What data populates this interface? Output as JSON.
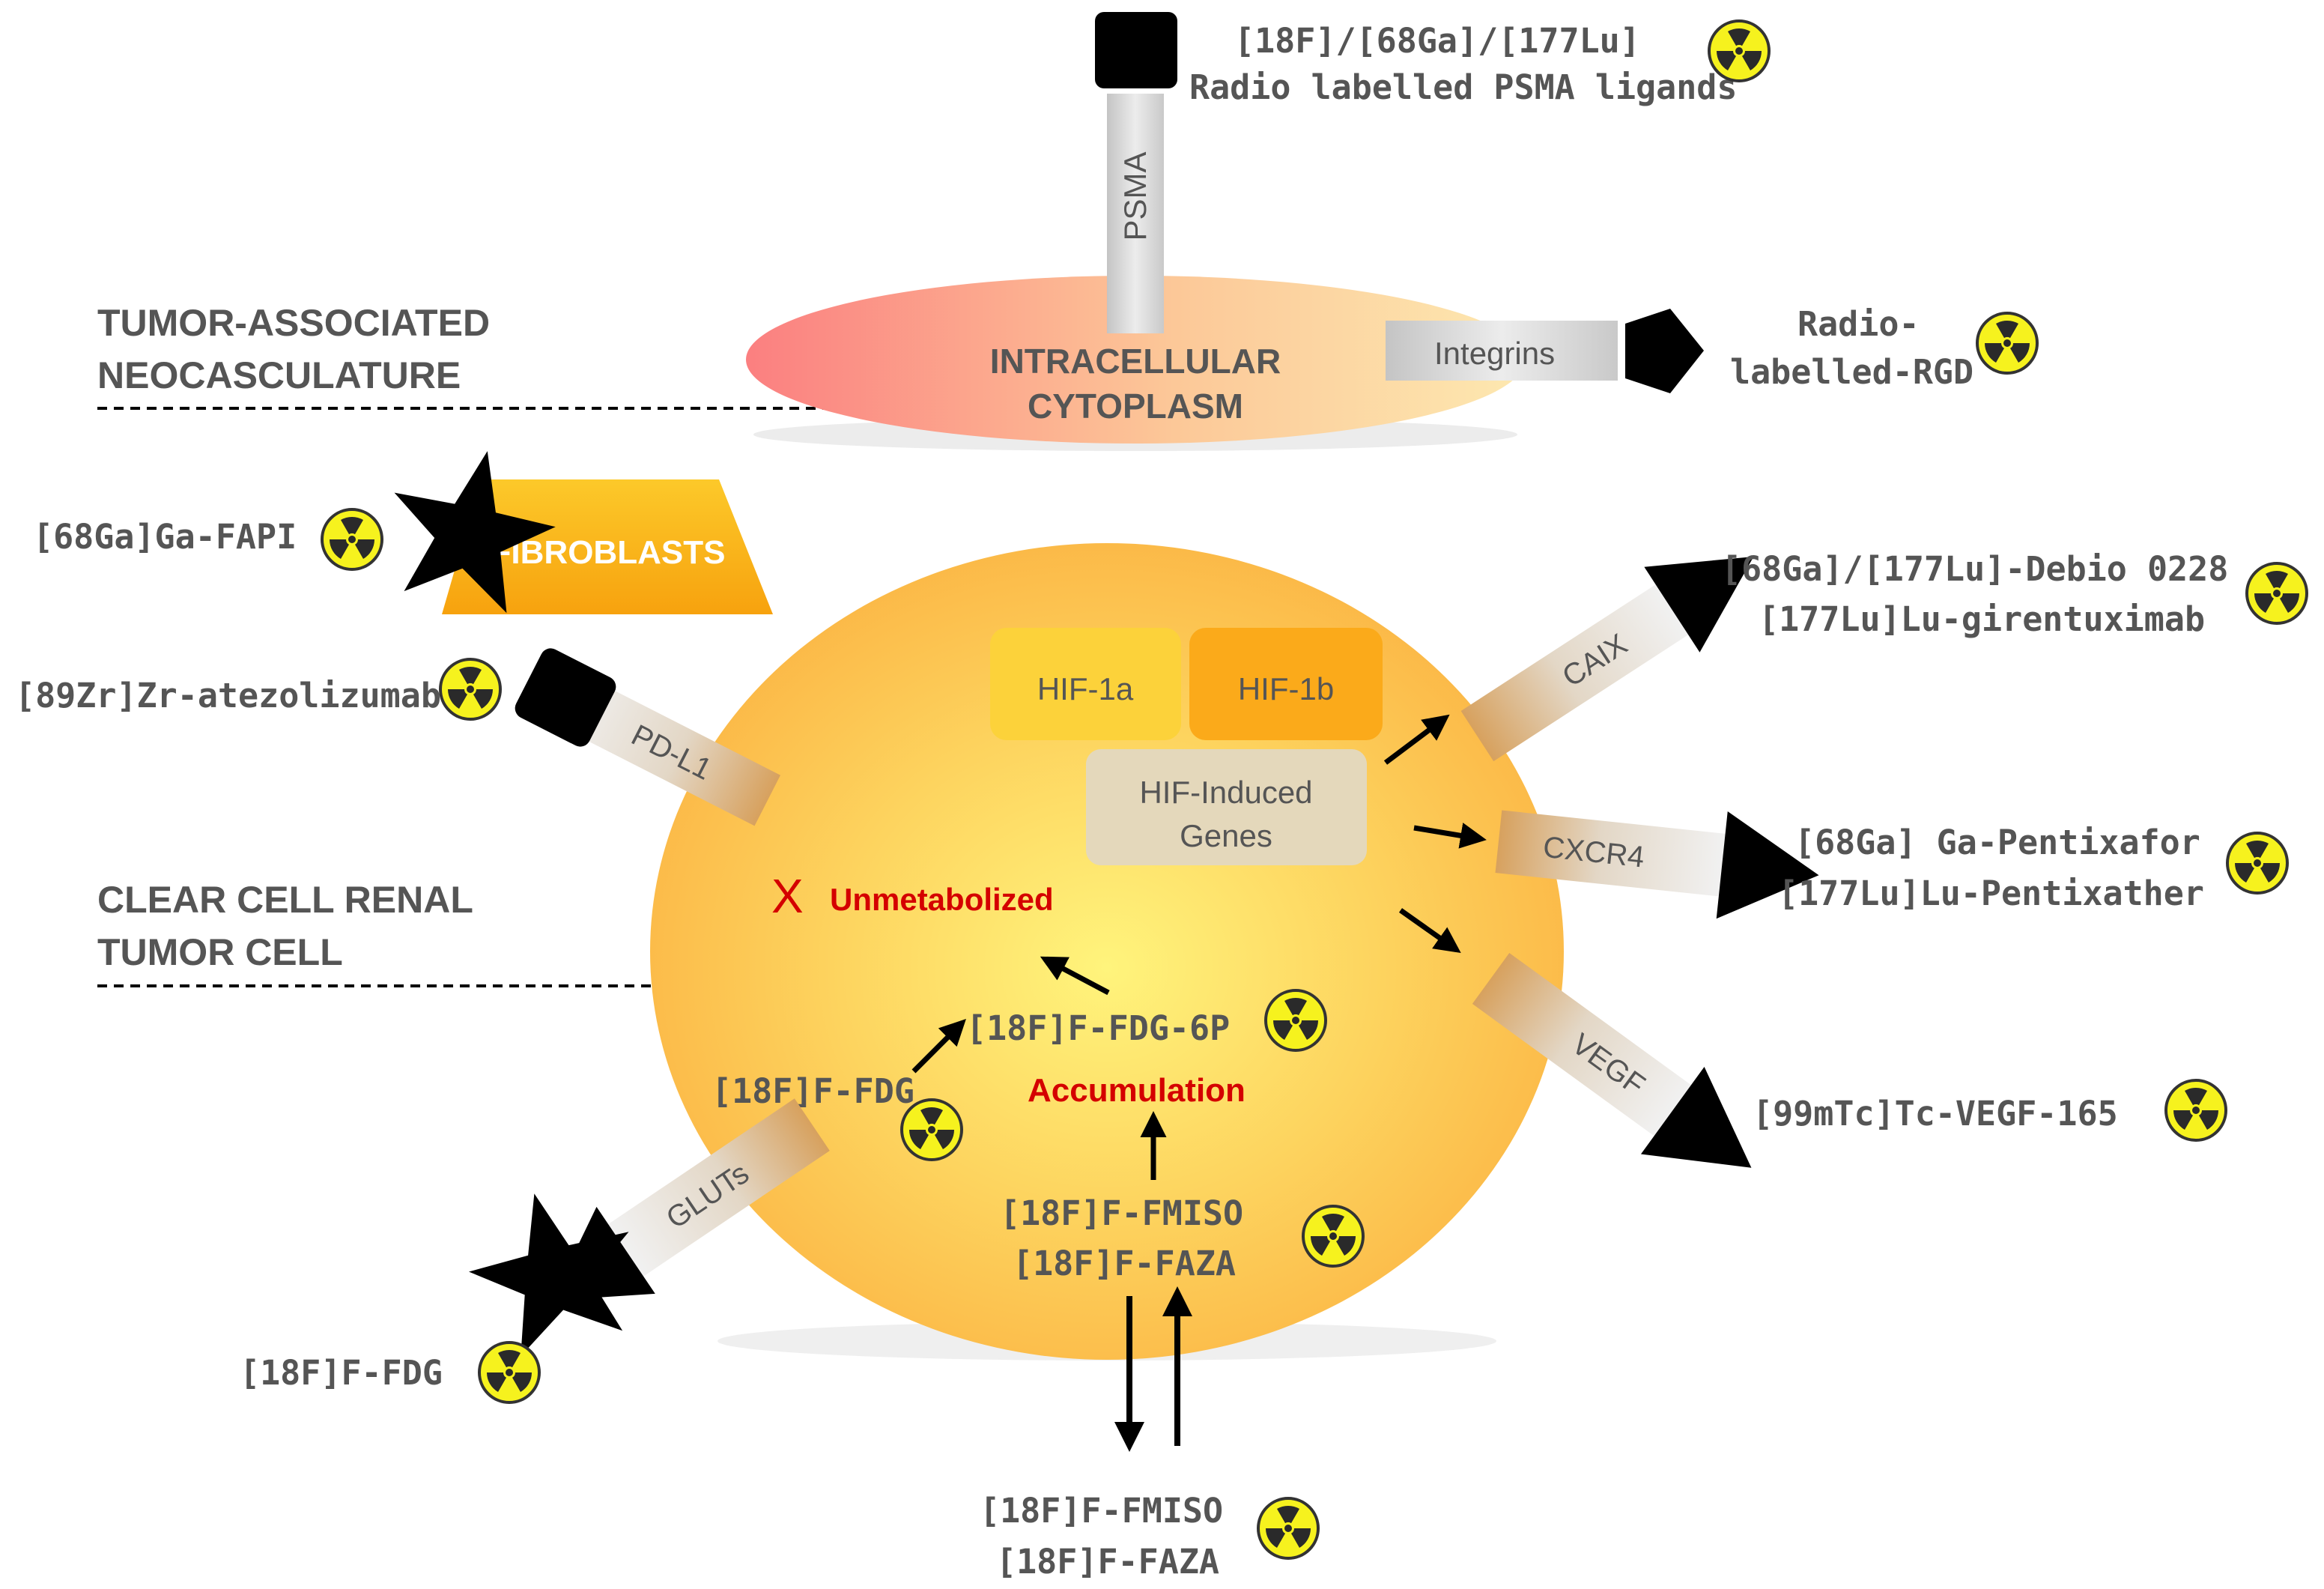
{
  "sections": {
    "vasculature_line1": "TUMOR-ASSOCIATED",
    "vasculature_line2": "NEOCASCULATURE",
    "tumor_line1": "CLEAR CELL RENAL",
    "tumor_line2": "TUMOR CELL"
  },
  "cytoplasm": {
    "line1": "INTRACELLULAR",
    "line2": "CYTOPLASM"
  },
  "fibroblasts": "FIBROBLASTS",
  "receptors": {
    "psma": "PSMA",
    "integrins": "Integrins",
    "pdl1": "PD-L1",
    "caix": "CAIX",
    "cxcr4": "CXCR4",
    "vegf": "VEGF",
    "gluts": "GLUTs"
  },
  "hif": {
    "hif1a": "HIF-1a",
    "hif1b": "HIF-1b",
    "genes_line1": "HIF-Induced",
    "genes_line2": "Genes"
  },
  "metabolism": {
    "x_mark": "X",
    "unmetabolized": "Unmetabolized",
    "fdg6p": "[18F]F-FDG-6P",
    "fdg_inside": "[18F]F-FDG",
    "accumulation": "Accumulation",
    "fmiso_inside": "[18F]F-FMISO",
    "faza_inside": "[18F]F-FAZA"
  },
  "tracers": {
    "psma_line1": "[18F]/[68Ga]/[177Lu]",
    "psma_line2": "Radio labelled PSMA ligands",
    "rgd_line1": "Radio-",
    "rgd_line2": "labelled-RGD",
    "fapi": "[68Ga]Ga-FAPI",
    "atezolizumab": "[89Zr]Zr-atezolizumab",
    "caix_line1": "[68Ga]/[177Lu]-Debio 0228",
    "caix_line2": "[177Lu]Lu-girentuximab",
    "cxcr4_line1": "[68Ga] Ga-Pentixafor",
    "cxcr4_line2": "[177Lu]Lu-Pentixather",
    "vegf": "[99mTc]Tc-VEGF-165",
    "fdg_outside": "[18F]F-FDG",
    "fmiso_outside": "[18F]F-FMISO",
    "faza_outside": "[18F]F-FAZA"
  },
  "icons": [
    "radioactive-icon",
    "star-ligand-icon",
    "square-ligand-icon",
    "pentagon-ligand-icon",
    "triangle-ligand-icon"
  ],
  "colors": {
    "cell_core": "#fff27a",
    "cell_edge": "#fbbd4a",
    "cytoplasm_left": "#fb8a8a",
    "cytoplasm_right": "#fbe0a8",
    "fibroblast": "#fbb21d",
    "hif1a": "#fcd23a",
    "hif1b": "#fbaa1a",
    "genes": "#e6d8b8",
    "accent_red": "#d40000",
    "radiation_yellow": "#f6f21e"
  }
}
